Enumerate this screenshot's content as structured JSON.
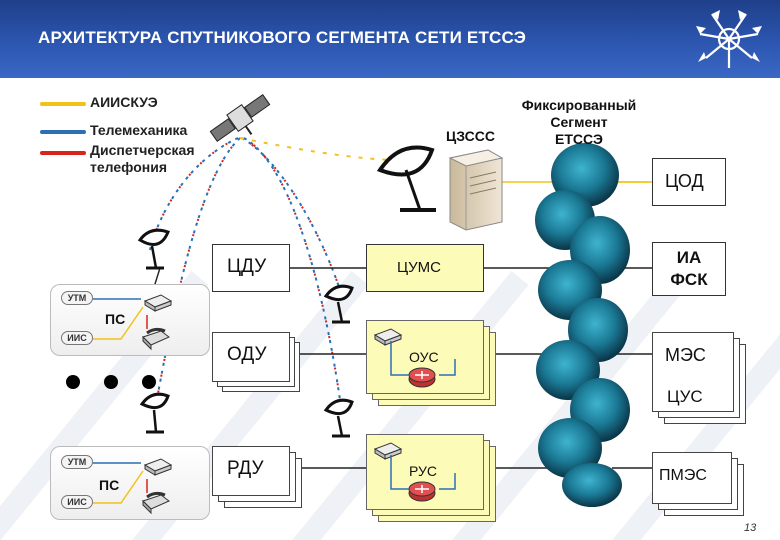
{
  "header": {
    "title": "АРХИТЕКТУРА СПУТНИКОВОГО СЕГМЕНТА СЕТИ ЕТССЭ"
  },
  "legend": [
    {
      "label": "АИИСКУЭ",
      "color": "#f2c21b"
    },
    {
      "label": "Телемеханика",
      "color": "#2b6fb5"
    },
    {
      "label": "Диспетчерская телефония",
      "color": "#d9241c"
    }
  ],
  "colors": {
    "header": "#2c56b0",
    "cloud": "#1b7a96",
    "yellow_box": "#fdfbb8",
    "link": "#f2c21b"
  },
  "labels": {
    "fixed_segment": [
      "Фиксированный",
      "Сегмент",
      "ЕТССЭ"
    ],
    "czsss": "ЦЗССС",
    "cod": "ЦОД",
    "cdu": "ЦДУ",
    "cums": "ЦУМС",
    "ia_fsk": [
      "ИА",
      "ФСК"
    ],
    "odu": "ОДУ",
    "ous": "ОУС",
    "mes": "МЭС",
    "cus": "ЦУС",
    "rdu": "РДУ",
    "rus": "РУС",
    "pmes": "ПМЭС",
    "ps_top": "ПС",
    "ps_bottom": "ПС",
    "utm": "УТМ",
    "iis": "ИИС"
  },
  "icons": [
    "satellite-icon",
    "dish-antenna-icon",
    "server-icon",
    "cloud-icon",
    "router-icon",
    "modem-icon",
    "telephone-icon"
  ],
  "page_number": "13"
}
